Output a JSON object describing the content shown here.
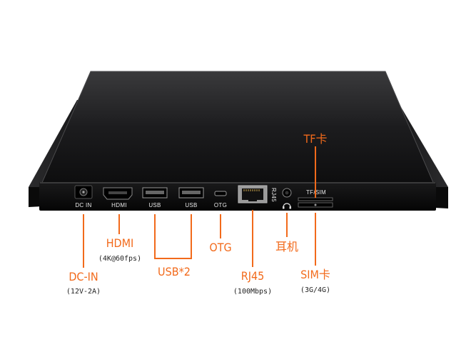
{
  "accent_color": "#f26a1b",
  "device": {
    "port_labels": {
      "dc_in": "DC IN",
      "hdmi": "HDMI",
      "usb_1": "USB",
      "usb_2": "USB",
      "otg": "OTG",
      "rj45": "RJ45",
      "tf_sim": "TF/SIM"
    }
  },
  "callouts": {
    "tf": {
      "title": "TF卡"
    },
    "hdmi": {
      "title": "HDMI",
      "subtitle": "(4K@60fps)"
    },
    "otg": {
      "title": "OTG"
    },
    "earphone": {
      "title": "耳机"
    },
    "dc_in": {
      "title": "DC-IN",
      "subtitle": "(12V-2A)"
    },
    "usb": {
      "title": "USB*2"
    },
    "rj45": {
      "title": "RJ45",
      "subtitle": "(100Mbps)"
    },
    "sim": {
      "title": "SIM卡",
      "subtitle": "(3G/4G)"
    }
  }
}
